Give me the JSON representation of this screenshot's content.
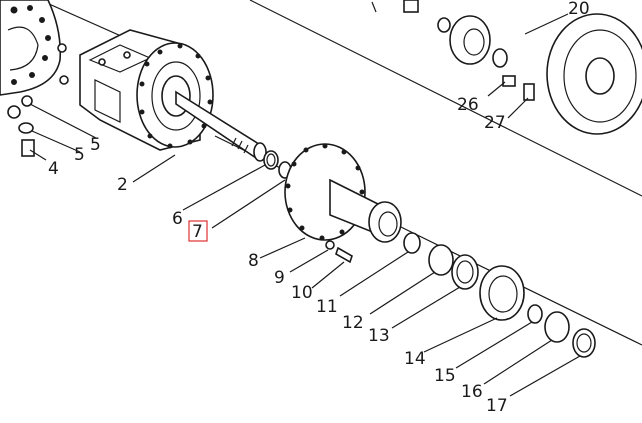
{
  "callouts": [
    "2",
    "4",
    "5",
    "5",
    "6",
    "7",
    "8",
    "9",
    "10",
    "11",
    "12",
    "13",
    "14",
    "15",
    "16",
    "17",
    "20",
    "26",
    "27"
  ],
  "highlighted_callout": "7",
  "highlight_color": "#e03030",
  "ink_color": "#1a1a1a"
}
